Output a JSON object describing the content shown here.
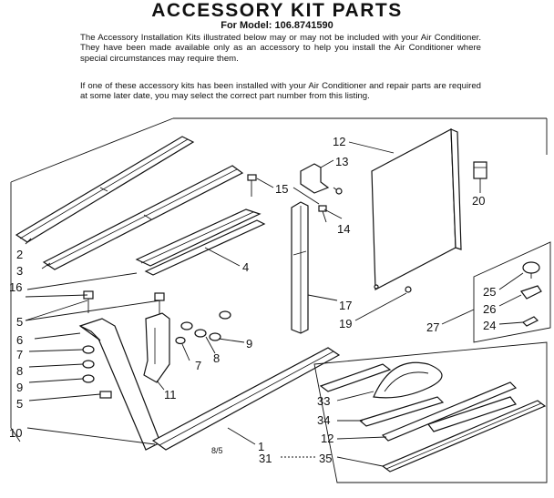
{
  "header": {
    "title": "ACCESSORY KIT PARTS",
    "model": "For Model: 106.8741590"
  },
  "intro": {
    "paragraph1": "The Accessory Installation Kits illustrated below may or may not be included with your Air Conditioner. They have been made available only as an accessory to help you install the Air Conditioner where special circumstances may require them.",
    "paragraph2": "If one of these accessory kits has been installed with your Air Conditioner and repair parts are required at some later date, you may select the correct part number from this listing."
  },
  "callouts": {
    "c1": "1",
    "c2": "2",
    "c3": "3",
    "c4": "4",
    "c5a": "5",
    "c5b": "5",
    "c6": "6",
    "c7a": "7",
    "c7b": "7",
    "c8a": "8",
    "c8b": "8",
    "c9a": "9",
    "c9b": "9",
    "c10": "10",
    "c11": "11",
    "c12a": "12",
    "c12b": "12",
    "c13": "13",
    "c14": "14",
    "c15": "15",
    "c16": "16",
    "c17": "17",
    "c19": "19",
    "c20": "20",
    "c24": "24",
    "c25": "25",
    "c26": "26",
    "c27": "27",
    "c31": "31",
    "c33": "33",
    "c34": "34",
    "c35": "35"
  },
  "figure_code": "8/5"
}
